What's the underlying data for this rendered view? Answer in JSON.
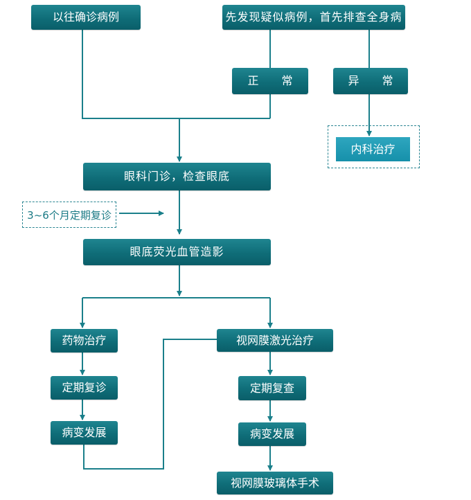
{
  "colors": {
    "node": "#0f6d78",
    "node_light": "#1690aa",
    "line": "#1a7f8a",
    "note_text": "#1a7a85"
  },
  "nodes": {
    "previously_diagnosed": "以往确诊病例",
    "new_suspected": "先发现疑似病例，首先排查全身病",
    "normal": "正 常",
    "abnormal": "异 常",
    "internal_medicine": "内科治疗",
    "eye_exam": "眼科门诊，检查眼底",
    "angiography": "眼底荧光血管造影",
    "drug_treatment": "药物治疗",
    "laser_treatment": "视网膜激光治疗",
    "periodic_followup": "定期复诊",
    "periodic_recheck": "定期复查",
    "progression_left": "病变发展",
    "progression_right": "病变发展",
    "vitrectomy": "视网膜玻璃体手术"
  },
  "note": {
    "followup_interval": "3~6个月定期复诊"
  }
}
